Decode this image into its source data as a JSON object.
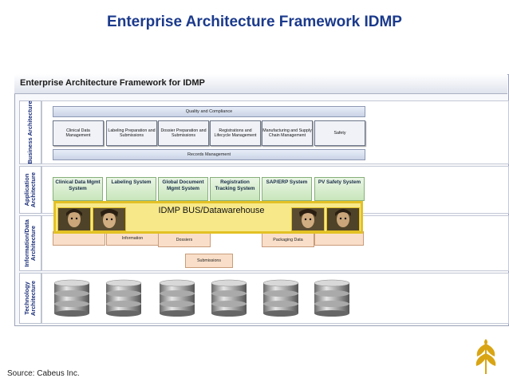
{
  "slide": {
    "title": "Enterprise Architecture Framework IDMP",
    "source": "Source: Cabeus Inc."
  },
  "framework": {
    "title": "Enterprise Architecture Framework for IDMP",
    "layers": {
      "business": "Business Architecture",
      "application": "Application Architecture",
      "information": "Information/Data Architecture",
      "technology": "Technology Architecture"
    }
  },
  "business": {
    "top_bar": "Quality and Compliance",
    "bottom_bar": "Records Management",
    "boxes": [
      "Clinical Data Management",
      "Labeling Preparation and Submissions",
      "Dossier Preparation and Submissions",
      "Registrations and Lifecycle Management",
      "Manufacturing and Supply Chain Management",
      "Safety"
    ]
  },
  "application": {
    "boxes": [
      "Clinical Data Mgmt System",
      "Labeling System",
      "Global Document Mgmt System",
      "Registration Tracking System",
      "SAP/ERP System",
      "PV Safety System"
    ]
  },
  "bus": {
    "label": "IDMP BUS/Datawarehouse"
  },
  "information": {
    "boxes": [
      "Information",
      "Dossiers",
      "Packaging Data",
      "Submissions"
    ]
  },
  "colors": {
    "title": "#1b3a8c",
    "bus_fill": "#f7e88a",
    "bus_border": "#e3c124",
    "app_fill": "#c8e6bb",
    "info_fill": "#f9dfc9",
    "logo": "#d9a514"
  },
  "icons": {
    "database": "database-icon",
    "person": "person-avatar",
    "logo": "leaf-logo-icon"
  }
}
